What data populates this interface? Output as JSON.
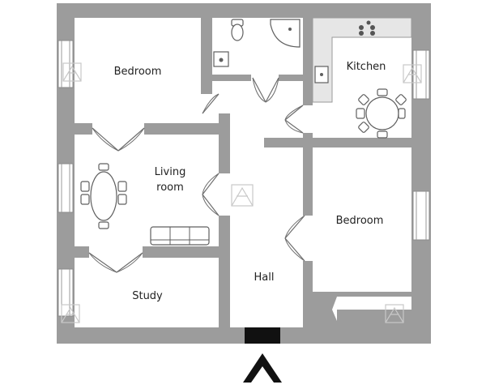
{
  "rooms": {
    "bedroom_1": "Bedroom",
    "living_room_line1": "Living",
    "living_room_line2": "room",
    "kitchen": "Kitchen",
    "bedroom_2": "Bedroom",
    "study": "Study",
    "hall": "Hall"
  },
  "colors": {
    "wall": "#9c9c9c",
    "entrance": "#111111"
  },
  "icons": {
    "entrance_arrow": "chevron-up-icon",
    "watermark": "watermark-logo"
  }
}
